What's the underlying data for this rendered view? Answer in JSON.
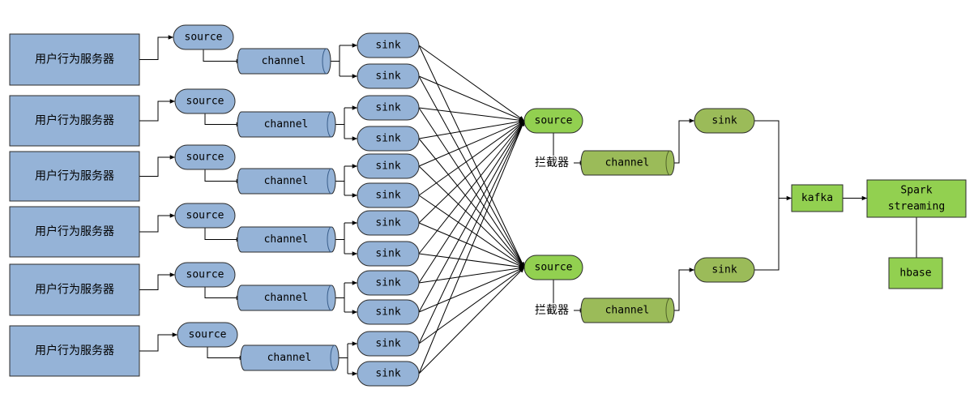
{
  "colors": {
    "blue_fill": "#95b3d7",
    "blue_stroke": "#385d8a",
    "olive_fill": "#9bbb59",
    "olive_stroke": "#4f6228",
    "bright_fill": "#92d050",
    "bright_stroke": "#4f6228",
    "wire": "#000000"
  },
  "servers": [
    {
      "label": "用户行为服务器"
    },
    {
      "label": "用户行为服务器"
    },
    {
      "label": "用户行为服务器"
    },
    {
      "label": "用户行为服务器"
    },
    {
      "label": "用户行为服务器"
    },
    {
      "label": "用户行为服务器"
    }
  ],
  "source_label": "source",
  "channel_label": "channel",
  "sink_label": "sink",
  "collectors": [
    {
      "source": "source",
      "interceptor": "拦截器",
      "channel": "channel",
      "sink": "sink"
    },
    {
      "source": "source",
      "interceptor": "拦截器",
      "channel": "channel",
      "sink": "sink"
    }
  ],
  "kafka": "kafka",
  "spark": {
    "line1": "Spark",
    "line2": "streaming"
  },
  "hbase": "hbase"
}
